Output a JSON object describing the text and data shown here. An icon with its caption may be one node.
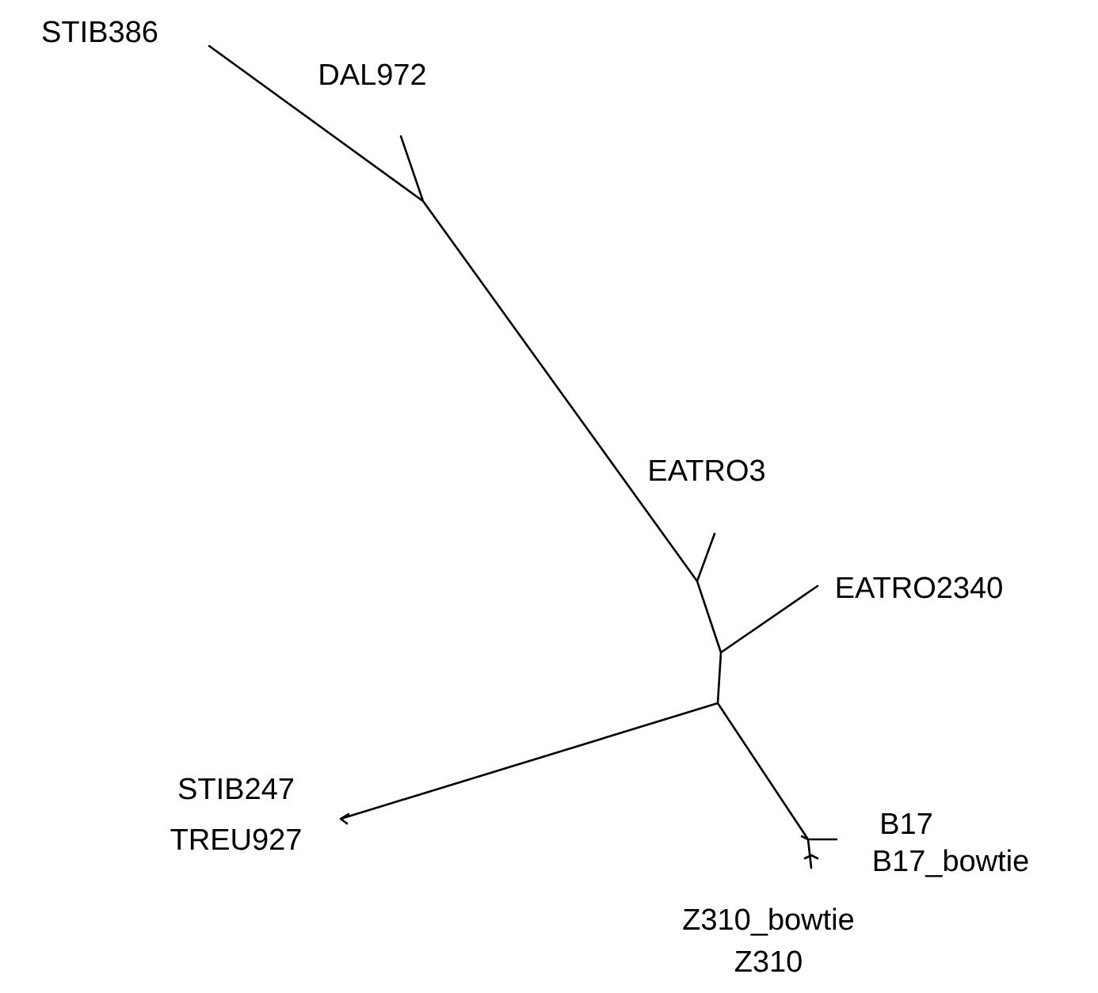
{
  "diagram": {
    "labels": [
      "STIB386",
      "DAL972",
      "EATRO3",
      "EATRO2340",
      "STIB247",
      "TREU927",
      "B17",
      "B17_bowtie",
      "Z310_bowtie",
      "Z310"
    ]
  }
}
